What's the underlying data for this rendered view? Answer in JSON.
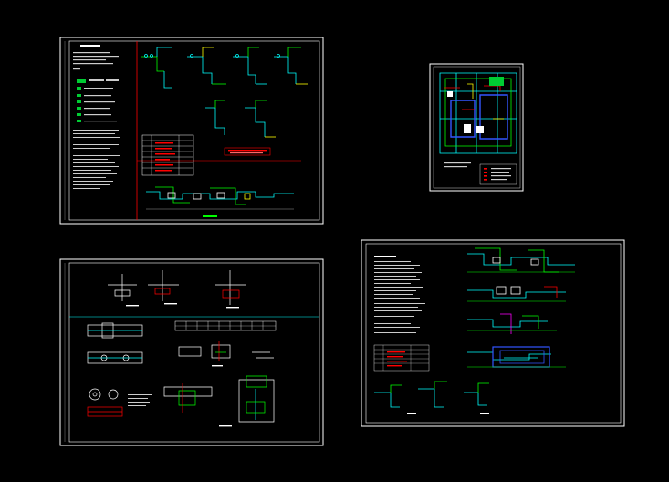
{
  "colors": {
    "background": "#000000",
    "border": "#ffffff",
    "cyan": "#00ffff",
    "green": "#00ff00",
    "red": "#ff0000",
    "yellow": "#ffff00",
    "blue": "#3355ff",
    "magenta": "#ff00ff"
  },
  "sheets": [
    {
      "id": "sheet-1",
      "label": ""
    },
    {
      "id": "sheet-2",
      "label": ""
    },
    {
      "id": "sheet-3",
      "label": ""
    },
    {
      "id": "sheet-4",
      "label": ""
    }
  ]
}
